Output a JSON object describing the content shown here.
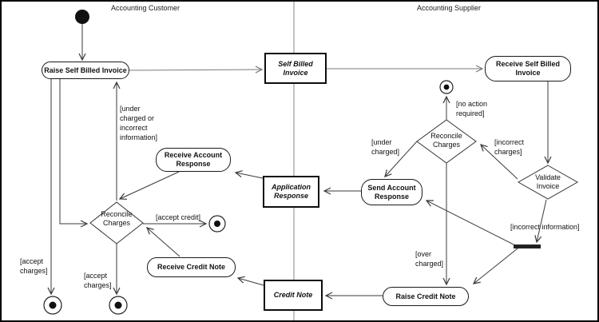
{
  "lanes": {
    "customer": "Accounting Customer",
    "supplier": "Accounting Supplier"
  },
  "activities": {
    "raise_self_billed_invoice": "Raise Self Billed Invoice",
    "receive_self_billed_invoice": "Receive Self Billed\nInvoice",
    "receive_account_response": "Receive Account\nResponse",
    "send_account_response": "Send Account\nResponse",
    "receive_credit_note": "Receive Credit Note",
    "raise_credit_note": "Raise Credit Note"
  },
  "objects": {
    "self_billed_invoice": "Self Billed Invoice",
    "application_response": "Application\nResponse",
    "credit_note": "Credit Note"
  },
  "decisions": {
    "reconcile_charges_customer": "Reconcile\nCharges",
    "reconcile_charges_supplier": "Reconcile\nCharges",
    "validate_invoice": "Validate\nInvoice"
  },
  "guards": {
    "under_charged_or_incorrect_information": "[under\ncharged or\nincorrect\ninformation]",
    "no_action_required": "[no action\nrequired]",
    "incorrect_charges": "[incorrect\ncharges]",
    "under_charged": "[under\ncharged]",
    "incorrect_information": "[incorrect information]",
    "over_charged": "[over\ncharged]",
    "accept_credit": "[accept credit]",
    "accept_charges_left": "[accept\ncharges]",
    "accept_charges_middle": "[accept\ncharges]"
  },
  "colors": {
    "line": "#3a3a3a",
    "document_flow_line": "#7a7a7a",
    "lane_divider": "#999999",
    "node_fill": "#ffffff",
    "frame_border": "#000000"
  }
}
